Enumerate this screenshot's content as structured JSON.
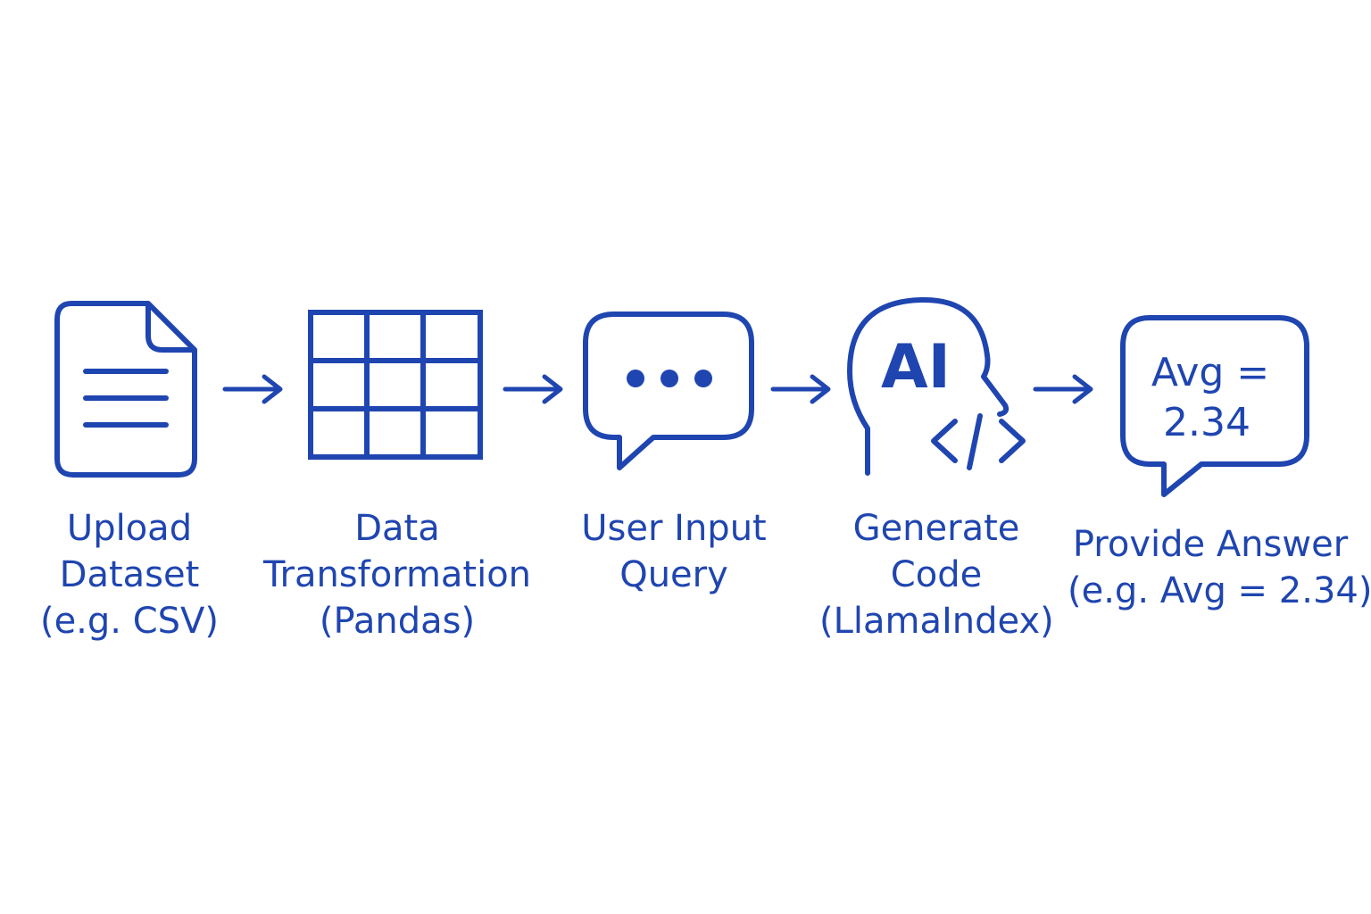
{
  "colors": {
    "primary": "#1f45b0",
    "background": "#ffffff"
  },
  "steps": [
    {
      "icon": "document-icon",
      "label_lines": [
        "Upload",
        "Dataset",
        "(e.g. CSV)"
      ]
    },
    {
      "icon": "grid-table-icon",
      "label_lines": [
        "Data",
        "Transformation",
        "(Pandas)"
      ]
    },
    {
      "icon": "chat-bubble-icon",
      "label_lines": [
        "User Input",
        "Query"
      ]
    },
    {
      "icon": "ai-head-code-icon",
      "icon_text": "AI",
      "label_lines": [
        "Generate",
        "Code",
        "(LlamaIndex)"
      ]
    },
    {
      "icon": "answer-bubble-icon",
      "icon_text": [
        "Avg =",
        "2.34"
      ],
      "label_lines": [
        "Provide Answer",
        "(e.g. Avg = 2.34)"
      ]
    }
  ]
}
